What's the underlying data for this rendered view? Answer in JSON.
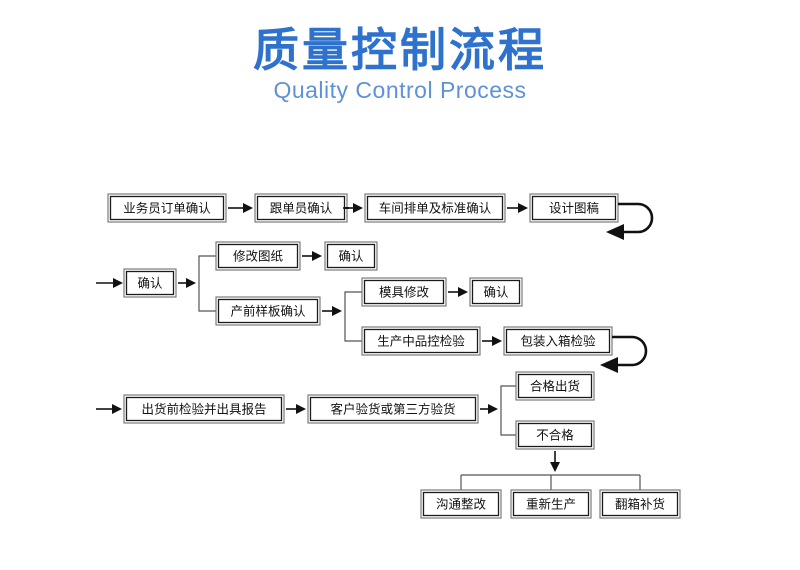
{
  "header": {
    "title_cn": "质量控制流程",
    "title_en": "Quality Control Process",
    "title_color": "#2f72cd",
    "subtitle_color": "#5d92d8"
  },
  "colors": {
    "background": "#ffffff",
    "box_border_outer": "#6f6f6f",
    "box_border_inner": "#1b1b1b",
    "connector": "#111111",
    "text": "#111111"
  },
  "chart_data": {
    "type": "diagram",
    "title": "质量控制流程",
    "subtitle": "Quality Control Process",
    "rows": [
      {
        "row": 1,
        "nodes": [
          "业务员订单确认",
          "跟单员确认",
          "车间排单及标准确认",
          "设计图稿"
        ],
        "loop_back": true
      },
      {
        "row": 2,
        "nodes": [
          "确认",
          "修改图纸",
          "确认",
          "产前样板确认",
          "模具修改",
          "确认",
          "生产中品控检验",
          "包装入箱检验"
        ],
        "loop_back": true
      },
      {
        "row": 3,
        "nodes": [
          "出货前检验并出具报告",
          "客户验货或第三方验货",
          "合格出货",
          "不合格"
        ],
        "loop_back": false
      },
      {
        "row": 4,
        "nodes": [
          "沟通整改",
          "重新生产",
          "翻箱补货"
        ],
        "loop_back": false
      }
    ],
    "edges": [
      {
        "from": "业务员订单确认",
        "to": "跟单员确认"
      },
      {
        "from": "跟单员确认",
        "to": "车间排单及标准确认"
      },
      {
        "from": "车间排单及标准确认",
        "to": "设计图稿"
      },
      {
        "from": "设计图稿",
        "to": "确认",
        "style": "loop"
      },
      {
        "from": "确认",
        "to": "修改图纸"
      },
      {
        "from": "确认",
        "to": "产前样板确认"
      },
      {
        "from": "修改图纸",
        "to": "确认"
      },
      {
        "from": "产前样板确认",
        "to": "模具修改"
      },
      {
        "from": "产前样板确认",
        "to": "生产中品控检验"
      },
      {
        "from": "模具修改",
        "to": "确认"
      },
      {
        "from": "生产中品控检验",
        "to": "包装入箱检验"
      },
      {
        "from": "包装入箱检验",
        "to": "出货前检验并出具报告",
        "style": "loop"
      },
      {
        "from": "出货前检验并出具报告",
        "to": "客户验货或第三方验货"
      },
      {
        "from": "客户验货或第三方验货",
        "to": "合格出货"
      },
      {
        "from": "客户验货或第三方验货",
        "to": "不合格"
      },
      {
        "from": "不合格",
        "to": "沟通整改"
      },
      {
        "from": "不合格",
        "to": "重新生产"
      },
      {
        "from": "不合格",
        "to": "翻箱补货"
      }
    ]
  },
  "nodes": {
    "r1n1": "业务员订单确认",
    "r1n2": "跟单员确认",
    "r1n3": "车间排单及标准确认",
    "r1n4": "设计图稿",
    "r2n1": "确认",
    "r2n2": "修改图纸",
    "r2n3": "确认",
    "r2n4": "产前样板确认",
    "r2n5": "模具修改",
    "r2n6": "确认",
    "r2n7": "生产中品控检验",
    "r2n8": "包装入箱检验",
    "r3n1": "出货前检验并出具报告",
    "r3n2": "客户验货或第三方验货",
    "r3n3": "合格出货",
    "r3n4": "不合格",
    "r4n1": "沟通整改",
    "r4n2": "重新生产",
    "r4n3": "翻箱补货"
  }
}
